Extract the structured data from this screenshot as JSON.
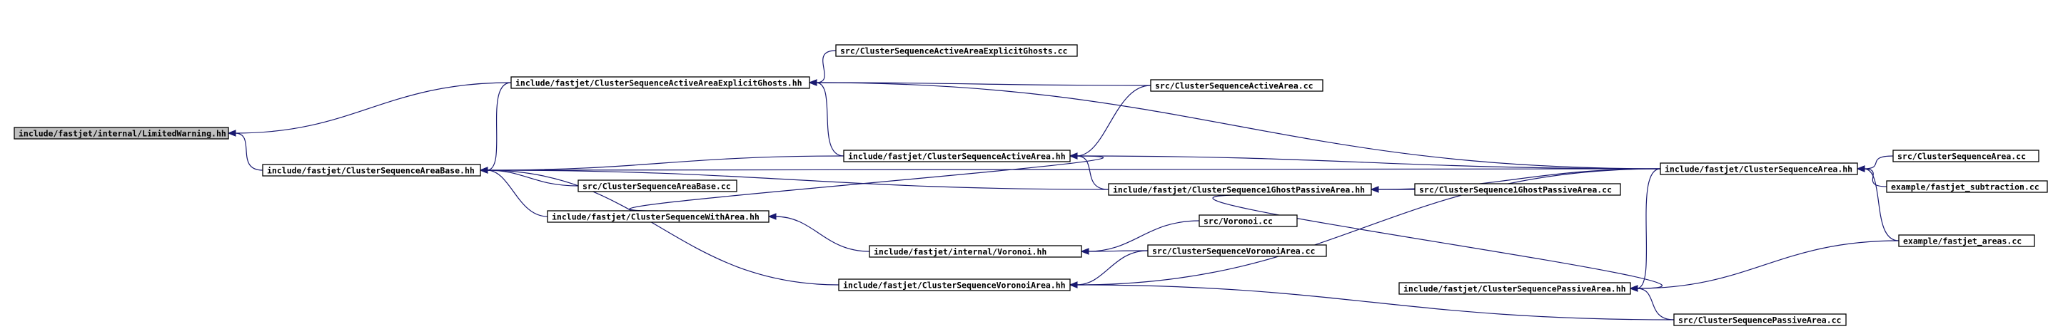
{
  "graph": {
    "edge_color": "#191970",
    "root_fill": "#bfbfbf",
    "nodes": [
      {
        "id": "n0",
        "label": "include/fastjet/internal/LimitedWarning.hh",
        "root": true
      },
      {
        "id": "n1",
        "label": "include/fastjet/ClusterSequenceAreaBase.hh"
      },
      {
        "id": "n2",
        "label": "include/fastjet/ClusterSequenceActiveAreaExplicitGhosts.hh"
      },
      {
        "id": "n3",
        "label": "src/ClusterSequenceActiveAreaExplicitGhosts.cc"
      },
      {
        "id": "n4",
        "label": "src/ClusterSequenceActiveArea.cc"
      },
      {
        "id": "n5",
        "label": "include/fastjet/ClusterSequenceActiveArea.hh"
      },
      {
        "id": "n6",
        "label": "src/ClusterSequenceAreaBase.cc"
      },
      {
        "id": "n7",
        "label": "include/fastjet/ClusterSequence1GhostPassiveArea.hh"
      },
      {
        "id": "n8",
        "label": "src/ClusterSequence1GhostPassiveArea.cc"
      },
      {
        "id": "n9",
        "label": "include/fastjet/ClusterSequenceWithArea.hh"
      },
      {
        "id": "n10",
        "label": "src/Voronoi.cc"
      },
      {
        "id": "n11",
        "label": "include/fastjet/internal/Voronoi.hh"
      },
      {
        "id": "n12",
        "label": "src/ClusterSequenceVoronoiArea.cc"
      },
      {
        "id": "n13",
        "label": "include/fastjet/ClusterSequenceVoronoiArea.hh"
      },
      {
        "id": "n14",
        "label": "include/fastjet/ClusterSequencePassiveArea.hh"
      },
      {
        "id": "n15",
        "label": "src/ClusterSequencePassiveArea.cc"
      },
      {
        "id": "n16",
        "label": "include/fastjet/ClusterSequenceArea.hh"
      },
      {
        "id": "n17",
        "label": "src/ClusterSequenceArea.cc"
      },
      {
        "id": "n18",
        "label": "example/fastjet_subtraction.cc"
      },
      {
        "id": "n19",
        "label": "example/fastjet_areas.cc"
      }
    ],
    "edges": [
      {
        "from": "n1",
        "to": "n0"
      },
      {
        "from": "n2",
        "to": "n0"
      },
      {
        "from": "n2",
        "to": "n1"
      },
      {
        "from": "n3",
        "to": "n2"
      },
      {
        "from": "n4",
        "to": "n2"
      },
      {
        "from": "n5",
        "to": "n2"
      },
      {
        "from": "n16",
        "to": "n2"
      },
      {
        "from": "n4",
        "to": "n5"
      },
      {
        "from": "n5",
        "to": "n1"
      },
      {
        "from": "n9",
        "to": "n5"
      },
      {
        "from": "n16",
        "to": "n5"
      },
      {
        "from": "n7",
        "to": "n5"
      },
      {
        "from": "n6",
        "to": "n1"
      },
      {
        "from": "n9",
        "to": "n1"
      },
      {
        "from": "n7",
        "to": "n1"
      },
      {
        "from": "n13",
        "to": "n1"
      },
      {
        "from": "n16",
        "to": "n1"
      },
      {
        "from": "n8",
        "to": "n7"
      },
      {
        "from": "n16",
        "to": "n7"
      },
      {
        "from": "n11",
        "to": "n9"
      },
      {
        "from": "n10",
        "to": "n11"
      },
      {
        "from": "n12",
        "to": "n11"
      },
      {
        "from": "n12",
        "to": "n13"
      },
      {
        "from": "n16",
        "to": "n13"
      },
      {
        "from": "n15",
        "to": "n13"
      },
      {
        "from": "n7",
        "to": "n14"
      },
      {
        "from": "n15",
        "to": "n14"
      },
      {
        "from": "n19",
        "to": "n14"
      },
      {
        "from": "n16",
        "to": "n14"
      },
      {
        "from": "n17",
        "to": "n16"
      },
      {
        "from": "n18",
        "to": "n16"
      },
      {
        "from": "n19",
        "to": "n16"
      }
    ]
  }
}
